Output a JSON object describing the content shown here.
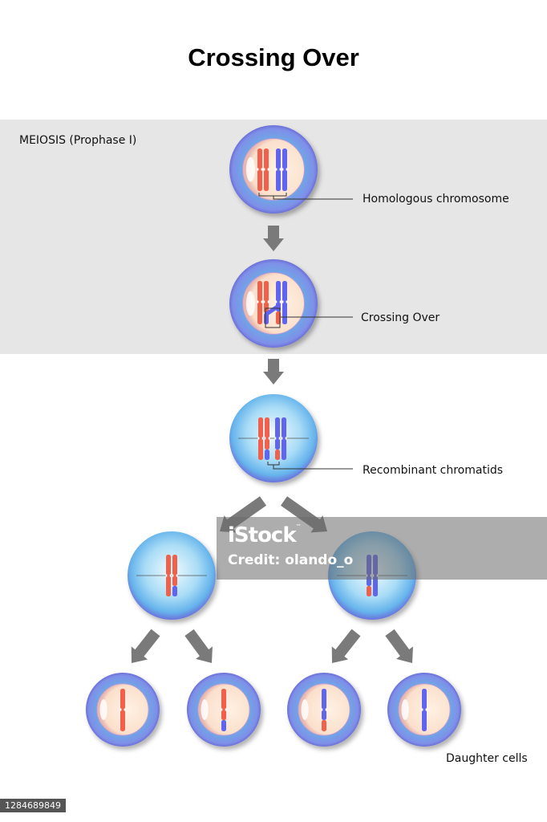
{
  "title": "Crossing Over",
  "section_label": "MEIOSIS (Prophase I)",
  "labels": {
    "homologous": "Homologous chromosome",
    "crossing": "Crossing Over",
    "recombinant": "Recombinant chromatids",
    "daughter": "Daughter cells"
  },
  "watermark": {
    "logo": "iStock",
    "tm": "™",
    "credit": "Credit: olando_o"
  },
  "image_id": "1284689849",
  "colors": {
    "red": "#f0604a",
    "blue": "#6164ee",
    "membrane": "#7aa7e8",
    "nucleus": "#fde6d2",
    "arrow": "#7a7a7a",
    "band": "#e6e6e6"
  }
}
